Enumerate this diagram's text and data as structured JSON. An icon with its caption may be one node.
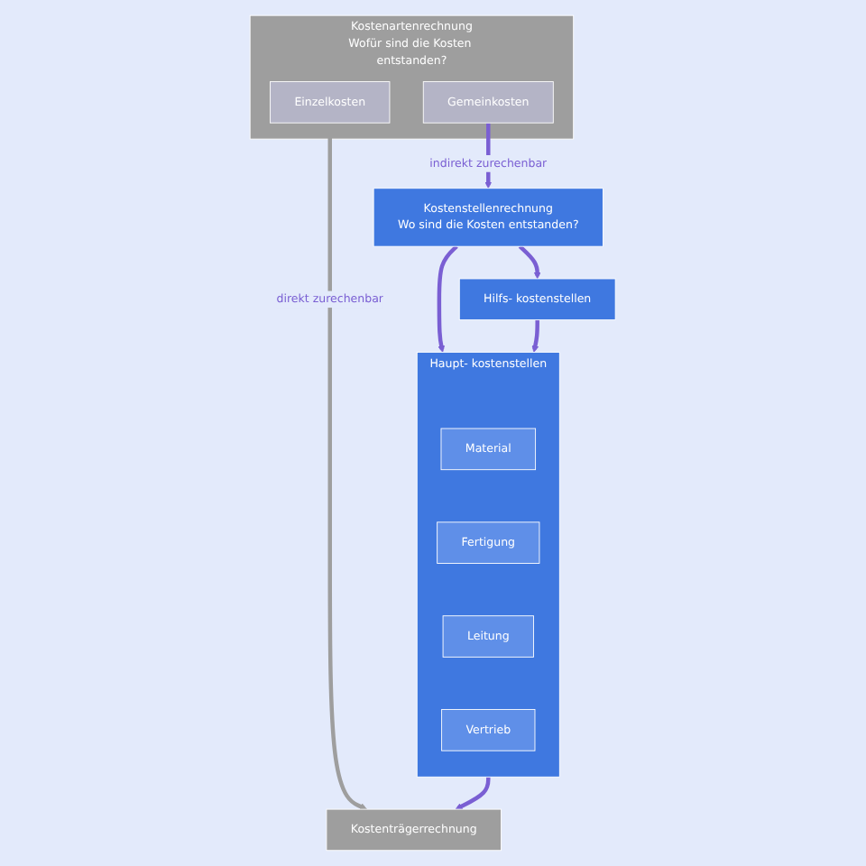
{
  "diagram": {
    "nodes": [
      {
        "text": [
          "Kostenartenrechnung",
          "Wofür sind die Kosten entstanden?"
        ]
      },
      {
        "text": [
          "Gemeinkosten"
        ],
        "in": 0
      },
      {
        "text": [
          "Einzelkosten"
        ],
        "in": 0
      },
      {
        "text": [
          "Kostenstellenrechnung",
          "Wo sind die Kosten entstanden?"
        ]
      },
      {
        "text": [
          "Haupt- kostenstellen"
        ]
      },
      {
        "text": [
          "Material"
        ],
        "in": 4
      },
      {
        "text": [
          "Fertigung"
        ],
        "in": 4
      },
      {
        "text": [
          "Leitung"
        ],
        "in": 4
      },
      {
        "text": [
          "Vertrieb"
        ],
        "in": 4
      },
      {
        "text": [
          "Hilfs- kostenstellen"
        ]
      },
      {
        "text": [
          "Kostenträgerrechnung"
        ]
      }
    ],
    "edges": [
      {
        "from": 1,
        "to": 3,
        "arrow": "to",
        "label": "indirekt zurechenbar"
      },
      {
        "from": 2,
        "to": 10,
        "arrow": "to",
        "label": "direkt zurechenbar",
        "color": "#9e9e9e"
      },
      {
        "from": 3,
        "to": 4,
        "arrow": "to"
      },
      {
        "from": 3,
        "to": 9,
        "arrow": "to"
      },
      {
        "from": 9,
        "to": 4,
        "arrow": "to"
      },
      {
        "from": 4,
        "to": 10,
        "arrow": "to"
      }
    ]
  }
}
